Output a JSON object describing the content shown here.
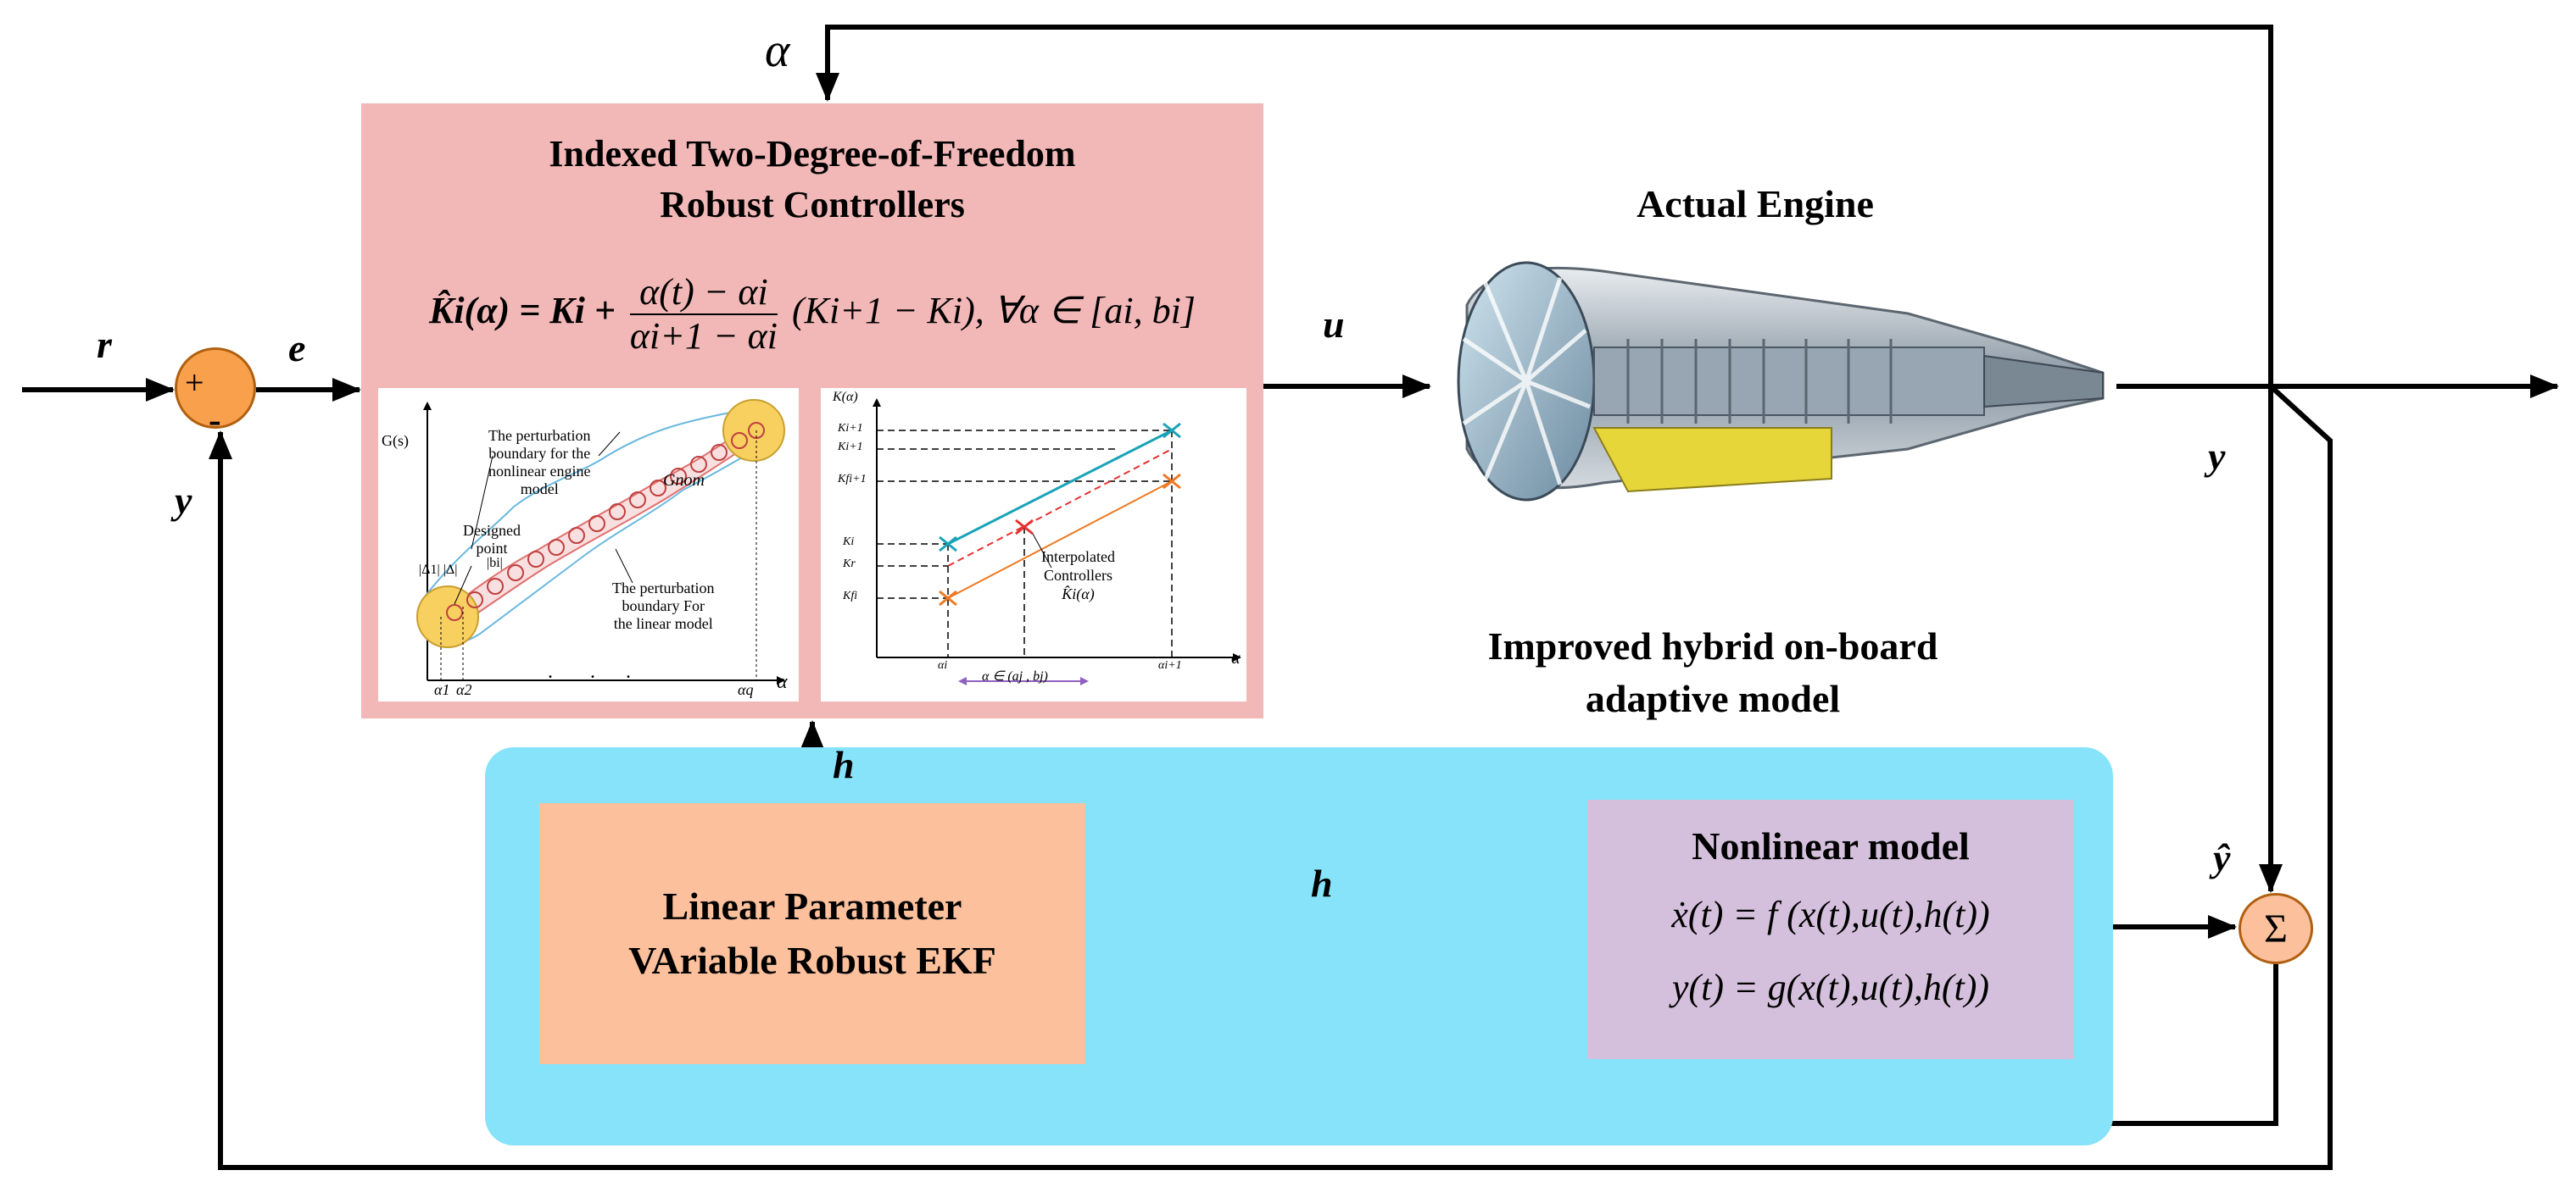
{
  "controller": {
    "title_line1": "Indexed Two-Degree-of-Freedom",
    "title_line2": "Robust Controllers",
    "equation": {
      "lhs": "K̂i(α) = Ki +",
      "frac_num": "α(t) − αi",
      "frac_den": "αi+1 − αi",
      "rhs": "(Ki+1 − Ki),  ∀α ∈ [ai, bi]"
    },
    "plot1": {
      "ylabel": "G(s)",
      "xlabel": "α",
      "ann_nonlinear": [
        "The perturbation",
        "boundary for the",
        "nonlinear engine",
        "model"
      ],
      "ann_gnom": "Gnom",
      "ann_designed": [
        "Designed",
        "point"
      ],
      "ann_linear": [
        "The perturbation",
        "boundary For",
        "the  linear model"
      ],
      "ann_delta": "|Δ1|  |Δ|",
      "ann_bi": "|bi|",
      "x_ticks": [
        "α1",
        "α2",
        ".",
        ".",
        ".",
        "αq"
      ]
    },
    "plot2": {
      "ylabel": "K(α)",
      "xlabel": "α",
      "y_ticks": [
        "Ki+1",
        "Ki+1",
        "Kfi+1",
        "Ki",
        "Kr",
        "Kfi"
      ],
      "x_ticks": [
        "αi",
        "αi+1"
      ],
      "ann_interp": [
        "Interpolated",
        "Controllers",
        "K̂i(α)"
      ],
      "range": "α ∈ (aj , bj)"
    }
  },
  "engine": {
    "title": "Actual Engine"
  },
  "hybrid": {
    "title_line1": "Improved hybrid on-board",
    "title_line2": "adaptive model"
  },
  "ekf": {
    "line1": "Linear Parameter",
    "line2": "VAriable Robust EKF"
  },
  "nonlinear": {
    "title": "Nonlinear model",
    "eq1": "ẋ(t) = f (x(t),u(t),h(t))",
    "eq2": "y(t) = g(x(t),u(t),h(t))"
  },
  "signals": {
    "r": "r",
    "e": "e",
    "u": "u",
    "y_left": "y",
    "y_right": "y",
    "alpha": "α",
    "h_vertical": "h",
    "h_horizontal": "h",
    "y_hat": "ŷ"
  },
  "summing": {
    "plus": "+",
    "minus": "-",
    "sigma": "Σ"
  },
  "colors": {
    "controller_bg": "#f2b7b7",
    "hybrid_bg": "#87e3f9",
    "ekf_bg": "#fcc09c",
    "nonlinear_bg": "#d4c0dc",
    "summer": "#f8a04c",
    "line_teal": "#1aa3b8",
    "line_red": "#e83030",
    "line_orange": "#f07820",
    "marker_circle": "#f8d060"
  }
}
